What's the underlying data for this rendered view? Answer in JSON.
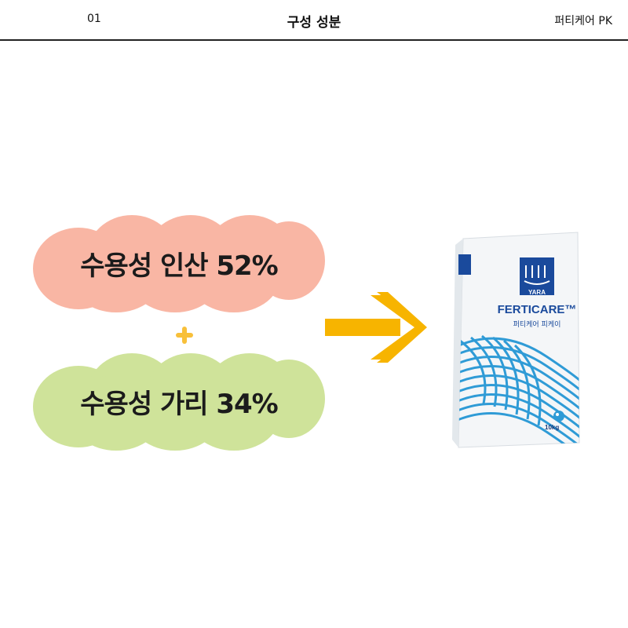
{
  "header": {
    "page_number": "01",
    "title": "구성 성분",
    "product": "퍼티케어 PK"
  },
  "ingredients": [
    {
      "label": "수용성 인산 52%",
      "color": "#f9b6a4"
    },
    {
      "label": "수용성 가리 34%",
      "color": "#cfe39a"
    }
  ],
  "plus_color": "#f8c03a",
  "arrow_color": "#f7b400",
  "product_bag": {
    "brand": "FERTICARE™",
    "korean_name": "퍼티케어 피케이",
    "logo": "YARA",
    "weight": "10kg"
  }
}
